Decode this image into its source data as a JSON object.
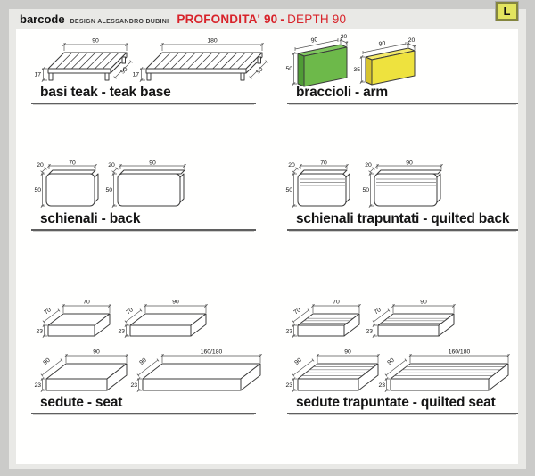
{
  "header": {
    "brand": "barcode",
    "designer": "DESIGN ALESSANDRO DUBINI",
    "title_primary": "PROFONDITA' 90",
    "title_separator": "-",
    "title_secondary": "DEPTH 90",
    "badge_label": "L"
  },
  "colors": {
    "accent_red": "#d8232a",
    "badge_bg": "#e2e45f",
    "badge_border": "#84853e",
    "arm_green": "#6db94a",
    "arm_green_dark": "#4f9c35",
    "arm_green_light": "#7fc75e",
    "arm_yellow": "#eee23e",
    "arm_yellow_dark": "#d6c32e",
    "arm_yellow_light": "#f4ea6a"
  },
  "sections": {
    "teak_base": {
      "label": "basi teak - teak base"
    },
    "arm": {
      "label": "braccioli - arm"
    },
    "back": {
      "label": "schienali - back"
    },
    "quilted_back": {
      "label": "schienali trapuntati - quilted back"
    },
    "seat": {
      "label": "sedute - seat"
    },
    "quilted_seat": {
      "label": "sedute trapuntate - quilted seat"
    }
  },
  "dims": {
    "teak_small": {
      "width": "90",
      "height": "17",
      "depth": "90"
    },
    "teak_large": {
      "width": "180",
      "height": "17",
      "depth": "90"
    },
    "arm_tall": {
      "thickness": "20",
      "length": "90",
      "height": "50"
    },
    "arm_short": {
      "thickness": "20",
      "length": "90",
      "height": "35"
    },
    "back_small": {
      "width": "70",
      "thickness": "20",
      "height": "50"
    },
    "back_large": {
      "width": "90",
      "thickness": "20",
      "height": "50"
    },
    "seat_70x70": {
      "width": "70",
      "depth": "70",
      "height": "23"
    },
    "seat_90x70": {
      "width": "90",
      "depth": "70",
      "height": "23"
    },
    "seat_90x90": {
      "width": "90",
      "depth": "90",
      "height": "23"
    },
    "seat_long": {
      "width": "160/180",
      "depth": "90",
      "height": "23"
    }
  }
}
